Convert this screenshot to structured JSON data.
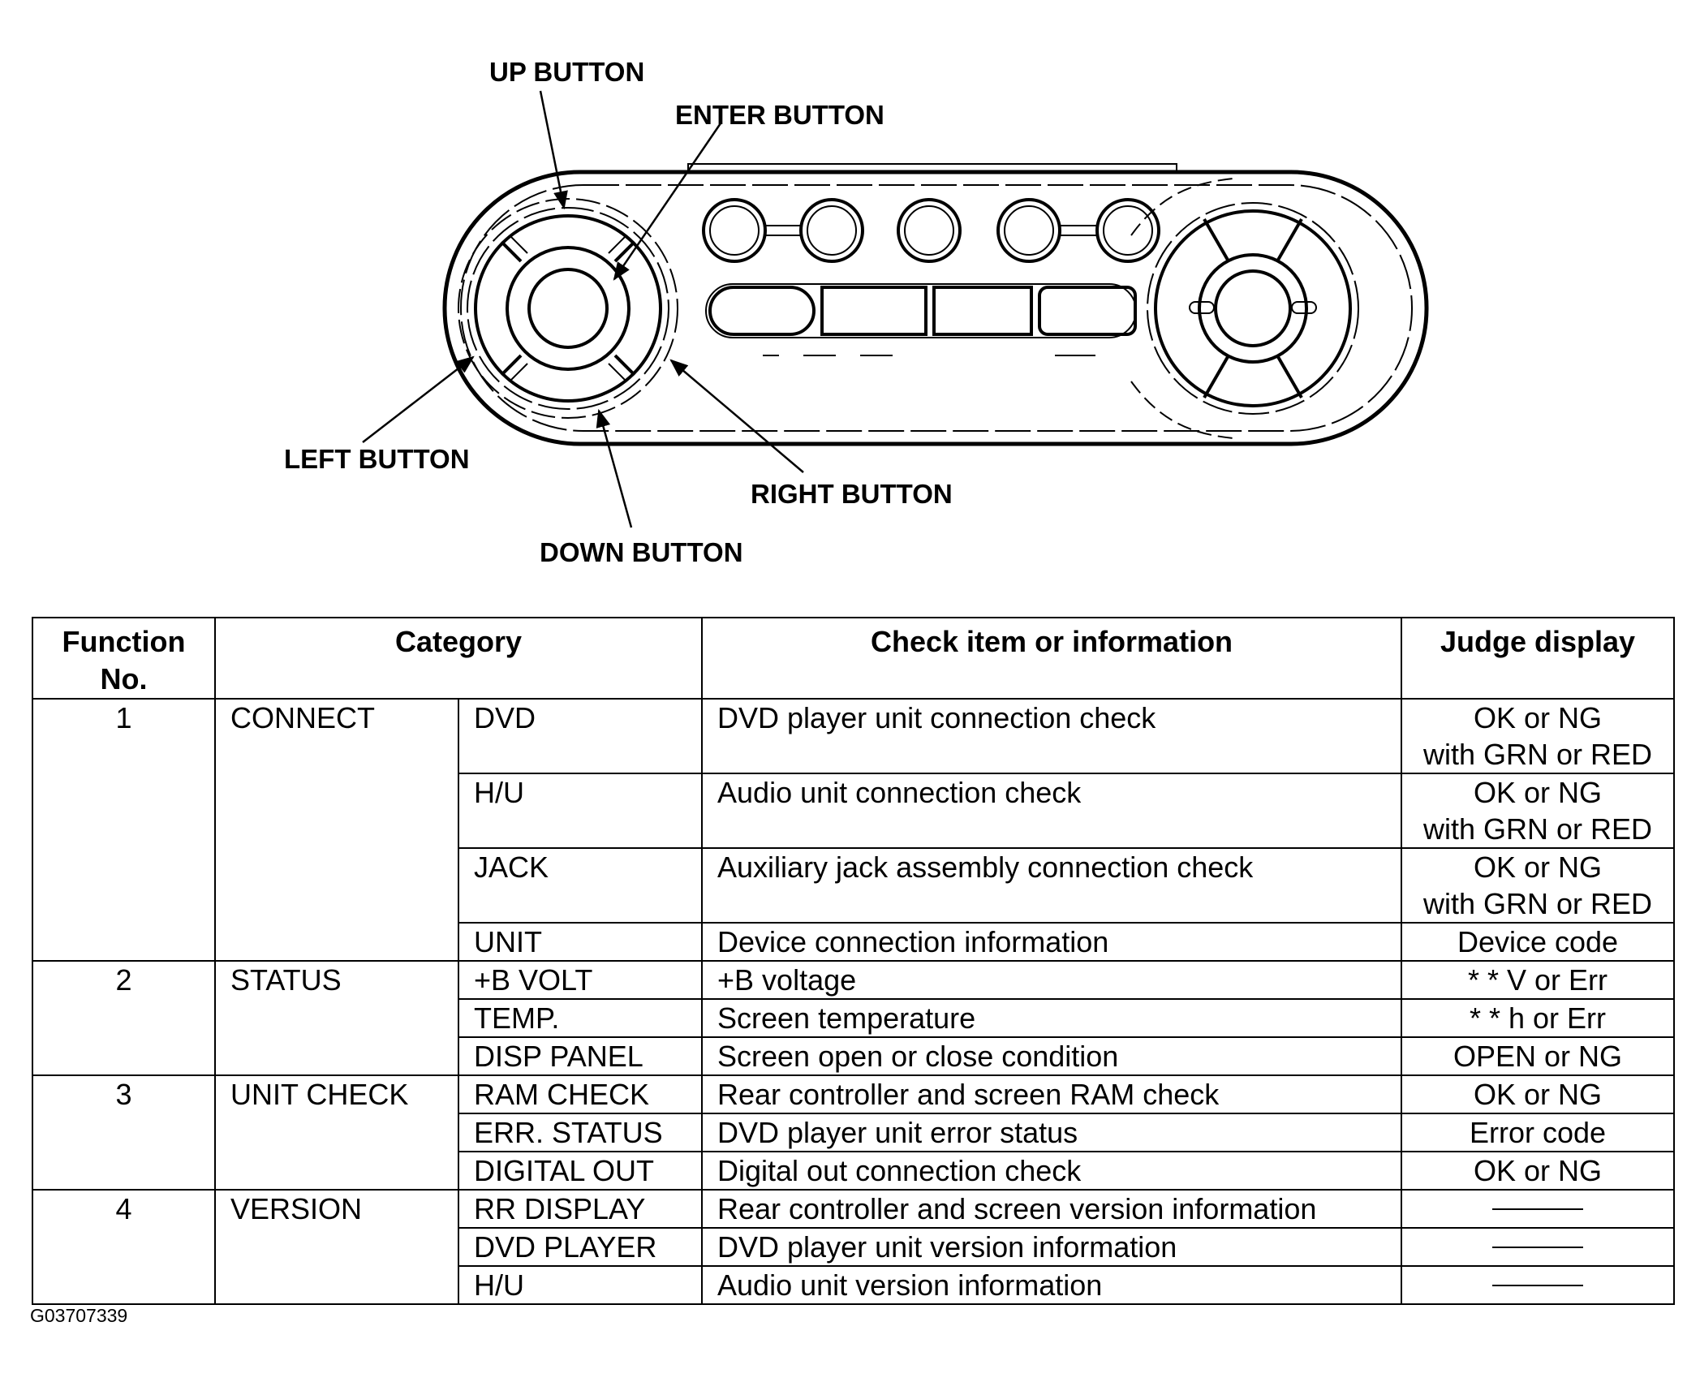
{
  "diagram": {
    "labels": {
      "up": "UP BUTTON",
      "enter": "ENTER BUTTON",
      "left": "LEFT BUTTON",
      "right": "RIGHT BUTTON",
      "down": "DOWN BUTTON"
    }
  },
  "table": {
    "headers": {
      "function_line1": "Function",
      "function_line2": "No.",
      "category": "Category",
      "check": "Check item or information",
      "judge": "Judge display"
    },
    "groups": [
      {
        "no": "1",
        "category": "CONNECT",
        "rows": [
          {
            "sub": "DVD",
            "check": "DVD player unit connection check",
            "judge": [
              "OK or NG",
              "with GRN or RED"
            ]
          },
          {
            "sub": "H/U",
            "check": "Audio unit connection check",
            "judge": [
              "OK or NG",
              "with GRN or RED"
            ]
          },
          {
            "sub": "JACK",
            "check": "Auxiliary jack assembly connection check",
            "judge": [
              "OK or NG",
              "with GRN or RED"
            ]
          },
          {
            "sub": "UNIT",
            "check": "Device connection information",
            "judge": [
              "Device code"
            ]
          }
        ]
      },
      {
        "no": "2",
        "category": "STATUS",
        "rows": [
          {
            "sub": "+B VOLT",
            "check": "+B voltage",
            "judge": [
              "* * V or Err"
            ]
          },
          {
            "sub": "TEMP.",
            "check": "Screen temperature",
            "judge": [
              "* * h or Err"
            ]
          },
          {
            "sub": "DISP PANEL",
            "check": "Screen open or close condition",
            "judge": [
              "OPEN or NG"
            ]
          }
        ]
      },
      {
        "no": "3",
        "category": "UNIT CHECK",
        "rows": [
          {
            "sub": "RAM CHECK",
            "check": "Rear controller and screen RAM check",
            "judge": [
              "OK or NG"
            ]
          },
          {
            "sub": "ERR. STATUS",
            "check": "DVD player unit error status",
            "judge": [
              "Error code"
            ]
          },
          {
            "sub": "DIGITAL OUT",
            "check": "Digital out connection check",
            "judge": [
              "OK or NG"
            ]
          }
        ]
      },
      {
        "no": "4",
        "category": "VERSION",
        "rows": [
          {
            "sub": "RR DISPLAY",
            "check": "Rear controller and screen version information",
            "judge": []
          },
          {
            "sub": "DVD PLAYER",
            "check": "DVD player unit version information",
            "judge": []
          },
          {
            "sub": "H/U",
            "check": "Audio unit version information",
            "judge": []
          }
        ]
      }
    ]
  },
  "figure_code": "G03707339"
}
